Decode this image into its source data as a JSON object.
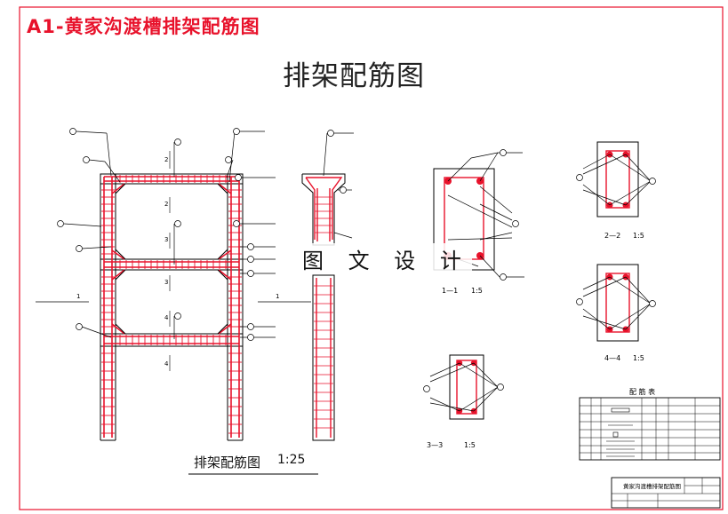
{
  "page_title": "A1-黄家沟渡槽排架配筋图",
  "drawing_title": "排架配筋图",
  "watermark": "图 文 设 计",
  "main_view": {
    "caption": "排架配筋图",
    "scale": "1:25",
    "section_marks": [
      "1",
      "1",
      "2",
      "2",
      "3",
      "3",
      "4",
      "4"
    ]
  },
  "sections": [
    {
      "label": "1—1",
      "scale": "1:5"
    },
    {
      "label": "2—2",
      "scale": "1:5"
    },
    {
      "label": "3—3",
      "scale": "1:5"
    },
    {
      "label": "4—4",
      "scale": "1:5"
    }
  ],
  "bom_table": {
    "title": "配 筋 表",
    "rows": 7,
    "cols": 7
  },
  "title_block": {
    "name": "黄家沟渡槽排架配筋图"
  },
  "colors": {
    "rebar": "#e8122b",
    "line": "#000000",
    "border": "#e8122b"
  }
}
